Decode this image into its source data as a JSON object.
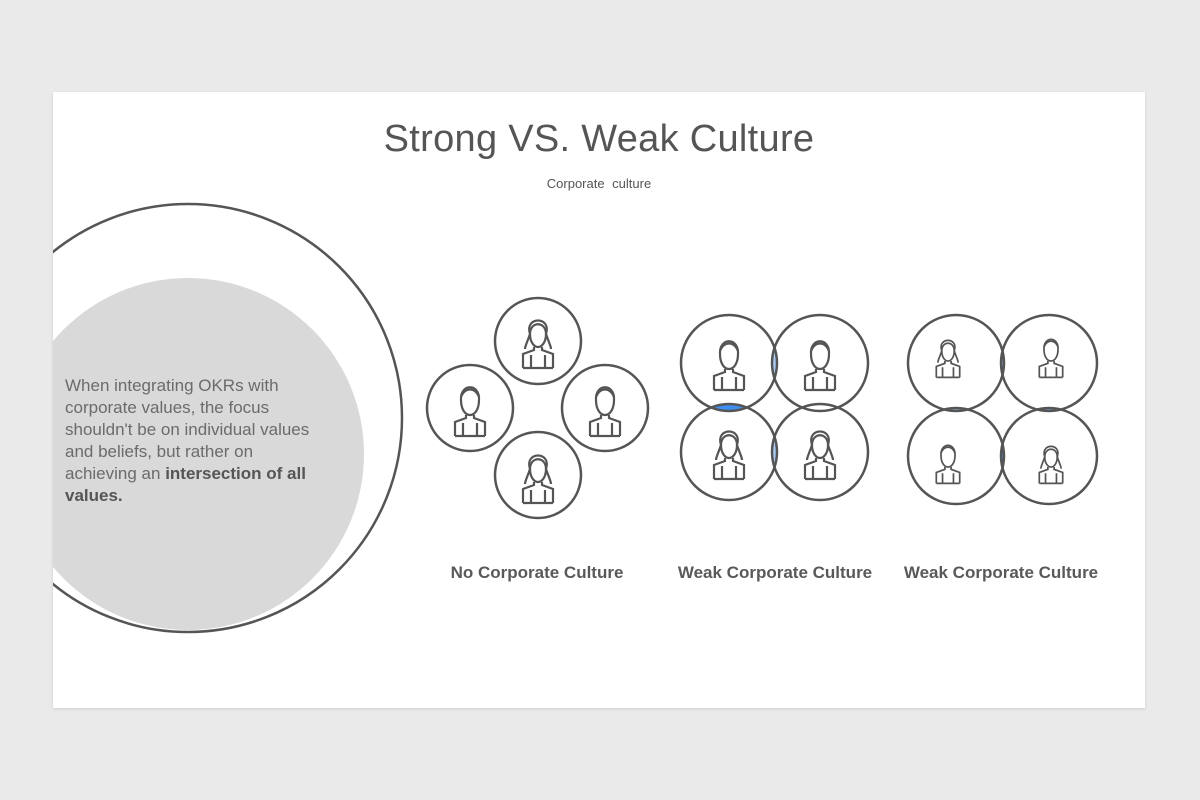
{
  "slide": {
    "title": "Strong VS. Weak Culture",
    "subtitle": "Corporate culture",
    "body_text_regular": "When integrating OKRs with corporate values, the focus shouldn't be on individual values and beliefs, but rather on achieving an ",
    "body_text_bold": "intersection of all values."
  },
  "diagrams": [
    {
      "caption": "No Corporate Culture",
      "people": [
        "woman-icon",
        "man-icon",
        "man-icon",
        "woman-icon"
      ]
    },
    {
      "caption": "Weak Corporate Culture",
      "people": [
        "man-icon",
        "man-icon",
        "woman-icon",
        "woman-icon"
      ]
    },
    {
      "caption": "Weak Corporate Culture",
      "people": [
        "woman-icon",
        "man-icon",
        "man-icon",
        "woman-icon"
      ]
    }
  ],
  "colors": {
    "background": "#ebeaeb",
    "slide": "#ffffff",
    "outline": "#555555",
    "decor_fill": "#d9d9d9",
    "accent_light": "#a9cdf7",
    "accent_mid": "#7fb5f3",
    "accent_strong": "#3f8ff0"
  }
}
